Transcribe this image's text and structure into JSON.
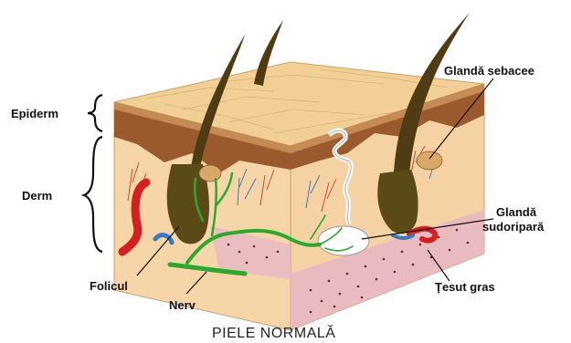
{
  "labels": {
    "epiderm": "Epiderm",
    "derm": "Derm",
    "sebaceous_gland": "Glandă sebacee",
    "sweat_gland_line1": "Glandă",
    "sweat_gland_line2": "sudoripară",
    "follicle": "Folicul",
    "nerve": "Nerv",
    "fat_tissue": "Ţesut gras"
  },
  "caption": "PIELE NORMALĂ",
  "colors": {
    "skin_surface": "#f2cf94",
    "epidermis": "#9a5a2e",
    "dermis_front": "#f6d6a8",
    "hair": "#4f3c14",
    "nerve": "#2fa82f",
    "artery": "#d42020",
    "vein": "#3b78c2",
    "fat": "#e8b8c4",
    "sweat_gland": "#ffffff"
  }
}
